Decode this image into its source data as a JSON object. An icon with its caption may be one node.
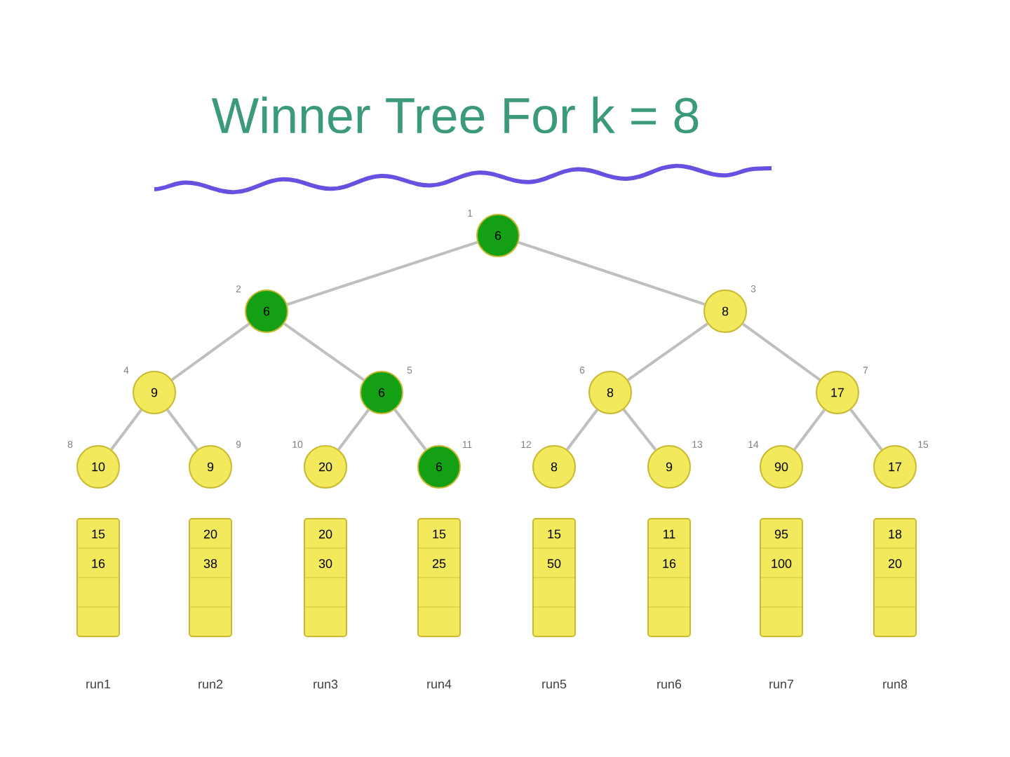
{
  "diagram": {
    "title": "Winner Tree For k = 8",
    "nodes": [
      {
        "text": [
          "6"
        ],
        "beside": [
          "1"
        ]
      },
      {
        "text": [
          "6"
        ],
        "beside": [
          "2"
        ]
      },
      {
        "text": [
          "8"
        ],
        "beside": [
          "3"
        ]
      },
      {
        "text": [
          "9"
        ],
        "beside": [
          "4"
        ]
      },
      {
        "text": [
          "6"
        ],
        "beside": [
          "5"
        ]
      },
      {
        "text": [
          "8"
        ],
        "beside": [
          "6"
        ]
      },
      {
        "text": [
          "17"
        ],
        "beside": [
          "7"
        ]
      },
      {
        "text": [
          "10"
        ],
        "beside": [
          "8"
        ]
      },
      {
        "text": [
          "9"
        ],
        "beside": [
          "9"
        ]
      },
      {
        "text": [
          "20"
        ],
        "beside": [
          "10"
        ]
      },
      {
        "text": [
          "6"
        ],
        "beside": [
          "11"
        ]
      },
      {
        "text": [
          "8"
        ],
        "beside": [
          "12"
        ]
      },
      {
        "text": [
          "9"
        ],
        "beside": [
          "13"
        ]
      },
      {
        "text": [
          "90"
        ],
        "beside": [
          "14"
        ]
      },
      {
        "text": [
          "17"
        ],
        "beside": [
          "15"
        ]
      },
      {
        "text": [
          "15",
          "16"
        ],
        "beside": [
          "run1"
        ]
      },
      {
        "text": [
          "20",
          "38"
        ],
        "beside": [
          "run2"
        ]
      },
      {
        "text": [
          "20",
          "30"
        ],
        "beside": [
          "run3"
        ]
      },
      {
        "text": [
          "15",
          "25"
        ],
        "beside": [
          "run4"
        ]
      },
      {
        "text": [
          "15",
          "50"
        ],
        "beside": [
          "run5"
        ]
      },
      {
        "text": [
          "11",
          "16"
        ],
        "beside": [
          "run6"
        ]
      },
      {
        "text": [
          "95",
          "100"
        ],
        "beside": [
          "run7"
        ]
      },
      {
        "text": [
          "18",
          "20"
        ],
        "beside": [
          "run8"
        ]
      }
    ],
    "edges": [
      {
        "from": 0,
        "to": 1,
        "arrow": "none"
      },
      {
        "from": 0,
        "to": 2,
        "arrow": "none"
      },
      {
        "from": 1,
        "to": 3,
        "arrow": "none"
      },
      {
        "from": 1,
        "to": 4,
        "arrow": "none"
      },
      {
        "from": 2,
        "to": 5,
        "arrow": "none"
      },
      {
        "from": 2,
        "to": 6,
        "arrow": "none"
      },
      {
        "from": 3,
        "to": 7,
        "arrow": "none"
      },
      {
        "from": 3,
        "to": 8,
        "arrow": "none"
      },
      {
        "from": 4,
        "to": 9,
        "arrow": "none"
      },
      {
        "from": 4,
        "to": 10,
        "arrow": "none"
      },
      {
        "from": 5,
        "to": 11,
        "arrow": "none"
      },
      {
        "from": 5,
        "to": 12,
        "arrow": "none"
      },
      {
        "from": 6,
        "to": 13,
        "arrow": "none"
      },
      {
        "from": 6,
        "to": 14,
        "arrow": "none"
      }
    ]
  }
}
